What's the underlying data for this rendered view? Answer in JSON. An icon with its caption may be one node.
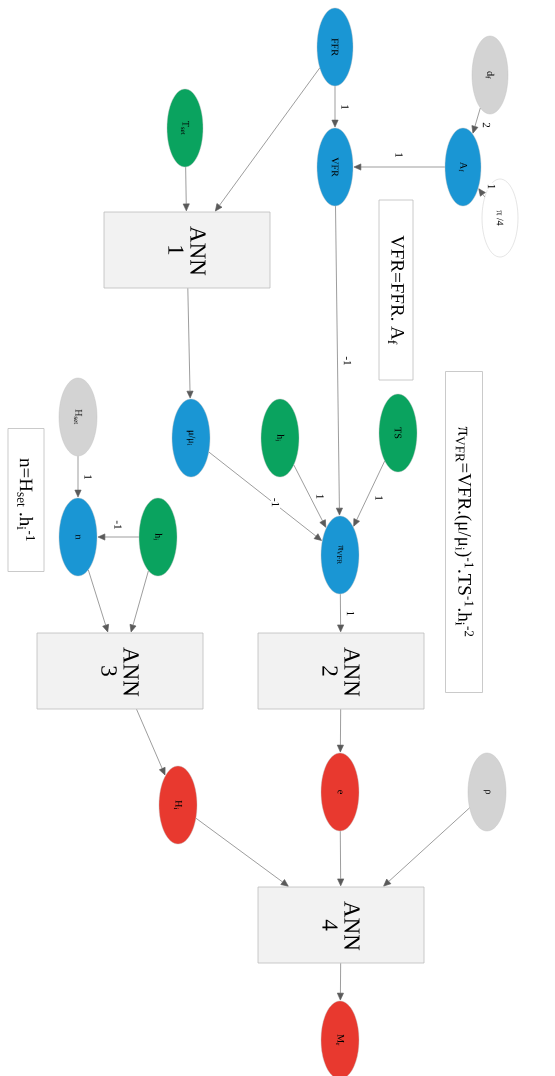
{
  "diagram": {
    "nodes": [
      {
        "text": [
          "d$_{f}$"
        ]
      },
      {
        "text": [
          "π /4"
        ]
      },
      {
        "text": [
          "A$_{f}$"
        ]
      },
      {
        "text": [
          "FFR"
        ]
      },
      {
        "text": [
          "VFR"
        ]
      },
      {
        "text": [
          "T$_{set}$"
        ]
      },
      {
        "text": [
          "ANN 1"
        ]
      },
      {
        "text": [
          "μ/μ$_{i}$"
        ]
      },
      {
        "text": [
          "h$_{i}$"
        ]
      },
      {
        "text": [
          "TS"
        ]
      },
      {
        "text": [
          "π$_{VFR}$"
        ]
      },
      {
        "text": [
          "ANN 2"
        ]
      },
      {
        "text": [
          "H$_{set}$"
        ]
      },
      {
        "text": [
          "h$_{i}$"
        ]
      },
      {
        "text": [
          "n"
        ]
      },
      {
        "text": [
          "ANN 3"
        ]
      },
      {
        "text": [
          "H$_{i}$"
        ]
      },
      {
        "text": [
          "e"
        ]
      },
      {
        "text": [
          "ρ"
        ]
      },
      {
        "text": [
          "ANN 4"
        ]
      },
      {
        "text": [
          "M$_{r}$"
        ]
      },
      {
        "text": [
          "VFR=FFR. A$_{f}$"
        ]
      },
      {
        "text": [
          "π$_{VFR}$=VFR.(μ/μ$_{i}$)$^{-1}$.TS$^{-1}$.h$_{i}$$^{-2}$"
        ]
      },
      {
        "text": [
          "n=H$_{set}$ .h$_{i}$$^{-1}$"
        ]
      }
    ],
    "edges": [
      {
        "from": 0,
        "to": 2,
        "arrow": "to",
        "label": "2"
      },
      {
        "from": 1,
        "to": 2,
        "arrow": "to",
        "label": "1"
      },
      {
        "from": 2,
        "to": 4,
        "arrow": "to",
        "label": "1"
      },
      {
        "from": 3,
        "to": 4,
        "arrow": "to",
        "label": "1"
      },
      {
        "from": 3,
        "to": 6,
        "arrow": "to"
      },
      {
        "from": 5,
        "to": 6,
        "arrow": "to"
      },
      {
        "from": 6,
        "to": 7,
        "arrow": "to"
      },
      {
        "from": 4,
        "to": 10,
        "arrow": "to",
        "label": "-1"
      },
      {
        "from": 9,
        "to": 10,
        "arrow": "to",
        "label": "1"
      },
      {
        "from": 8,
        "to": 10,
        "arrow": "to",
        "label": "1"
      },
      {
        "from": 7,
        "to": 10,
        "arrow": "to",
        "label": "-1"
      },
      {
        "from": 10,
        "to": 11,
        "arrow": "to",
        "label": "1"
      },
      {
        "from": 12,
        "to": 14,
        "arrow": "to",
        "label": "1"
      },
      {
        "from": 13,
        "to": 14,
        "arrow": "to",
        "label": "-1"
      },
      {
        "from": 14,
        "to": 15,
        "arrow": "to"
      },
      {
        "from": 13,
        "to": 15,
        "arrow": "to"
      },
      {
        "from": 11,
        "to": 17,
        "arrow": "to"
      },
      {
        "from": 15,
        "to": 16,
        "arrow": "to"
      },
      {
        "from": 16,
        "to": 19,
        "arrow": "to"
      },
      {
        "from": 17,
        "to": 19,
        "arrow": "to"
      },
      {
        "from": 18,
        "to": 19,
        "arrow": "to"
      },
      {
        "from": 19,
        "to": 20,
        "arrow": "to"
      }
    ]
  }
}
